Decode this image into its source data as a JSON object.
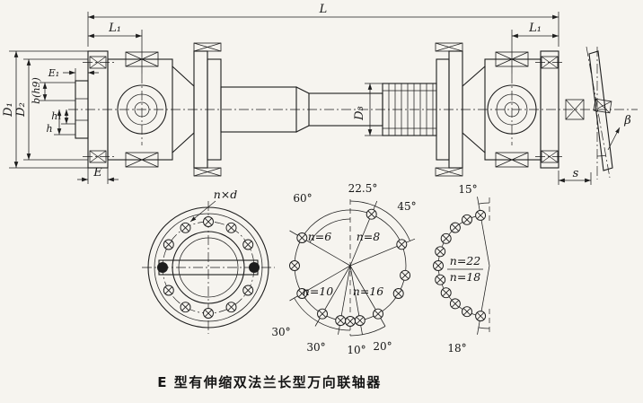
{
  "caption": "E 型有伸缩双法兰长型万向联轴器",
  "side_view": {
    "dim_L": "L",
    "dim_L1_left": "L₁",
    "dim_L1_right": "L₁",
    "dim_D1": "D₁",
    "dim_D2": "D₂",
    "dim_b": "b(h9)",
    "dim_E1": "E₁",
    "dim_h1": "h₁",
    "dim_h": "h",
    "dim_E": "E",
    "dim_D3": "D₃",
    "dim_beta": "β",
    "dim_s": "s"
  },
  "flange_face_view": {
    "bolt_label": "n×d"
  },
  "bolt_pattern_center": {
    "angle_60": "60°",
    "angle_22_5": "22.5°",
    "angle_45": "45°",
    "n6": "n=6",
    "n8": "n=8",
    "n10": "n=10",
    "n16": "n=16",
    "angle_30_left": "30°",
    "angle_30_bottom": "30°",
    "angle_10": "10°",
    "angle_20": "20°"
  },
  "bolt_pattern_right": {
    "angle_15": "15°",
    "n22": "n=22",
    "n18": "n=18",
    "angle_18": "18°"
  }
}
